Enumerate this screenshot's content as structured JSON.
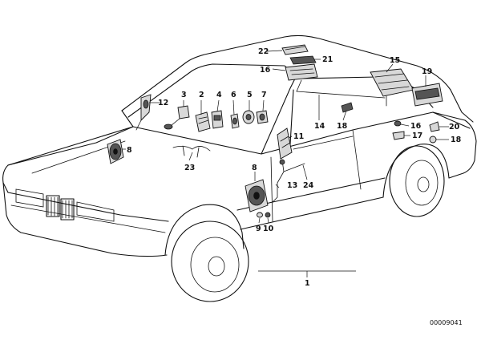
{
  "diagram": {
    "reference_code": "00009041",
    "callouts": {
      "c1": "1",
      "c2": "2",
      "c3": "3",
      "c4": "4",
      "c5": "5",
      "c6": "6",
      "c7": "7",
      "c8a": "8",
      "c8b": "8",
      "c9": "9",
      "c10": "10",
      "c11": "11",
      "c12": "12",
      "c13": "13",
      "c14": "14",
      "c15a": "15",
      "c15b": "15",
      "c16a": "16",
      "c16b": "16",
      "c17": "17",
      "c18a": "18",
      "c18b": "18",
      "c19": "19",
      "c20": "20",
      "c21": "21",
      "c22": "22",
      "c23": "23",
      "c24": "24"
    }
  }
}
